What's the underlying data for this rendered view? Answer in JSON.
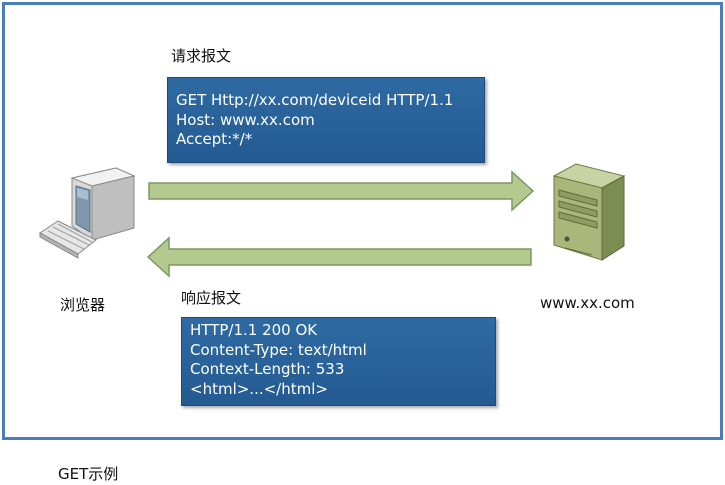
{
  "request": {
    "title": "请求报文",
    "lines": [
      "GET Http://xx.com/deviceid HTTP/1.1",
      "Host: www.xx.com",
      "Accept:*/*"
    ]
  },
  "response": {
    "title": "响应报文",
    "lines": [
      "HTTP/1.1 200 OK",
      "Content-Type: text/html",
      "Context-Length: 533",
      "<html>...</html>"
    ]
  },
  "client": {
    "label": "浏览器",
    "icon": "computer-icon"
  },
  "server": {
    "label": "www.xx.com",
    "icon": "server-icon"
  },
  "caption": "GET示例",
  "colors": {
    "frame": "#4a7ebb",
    "message_box": "#2b649e",
    "arrow_fill": "#b3c98e",
    "arrow_stroke": "#7d9863"
  }
}
